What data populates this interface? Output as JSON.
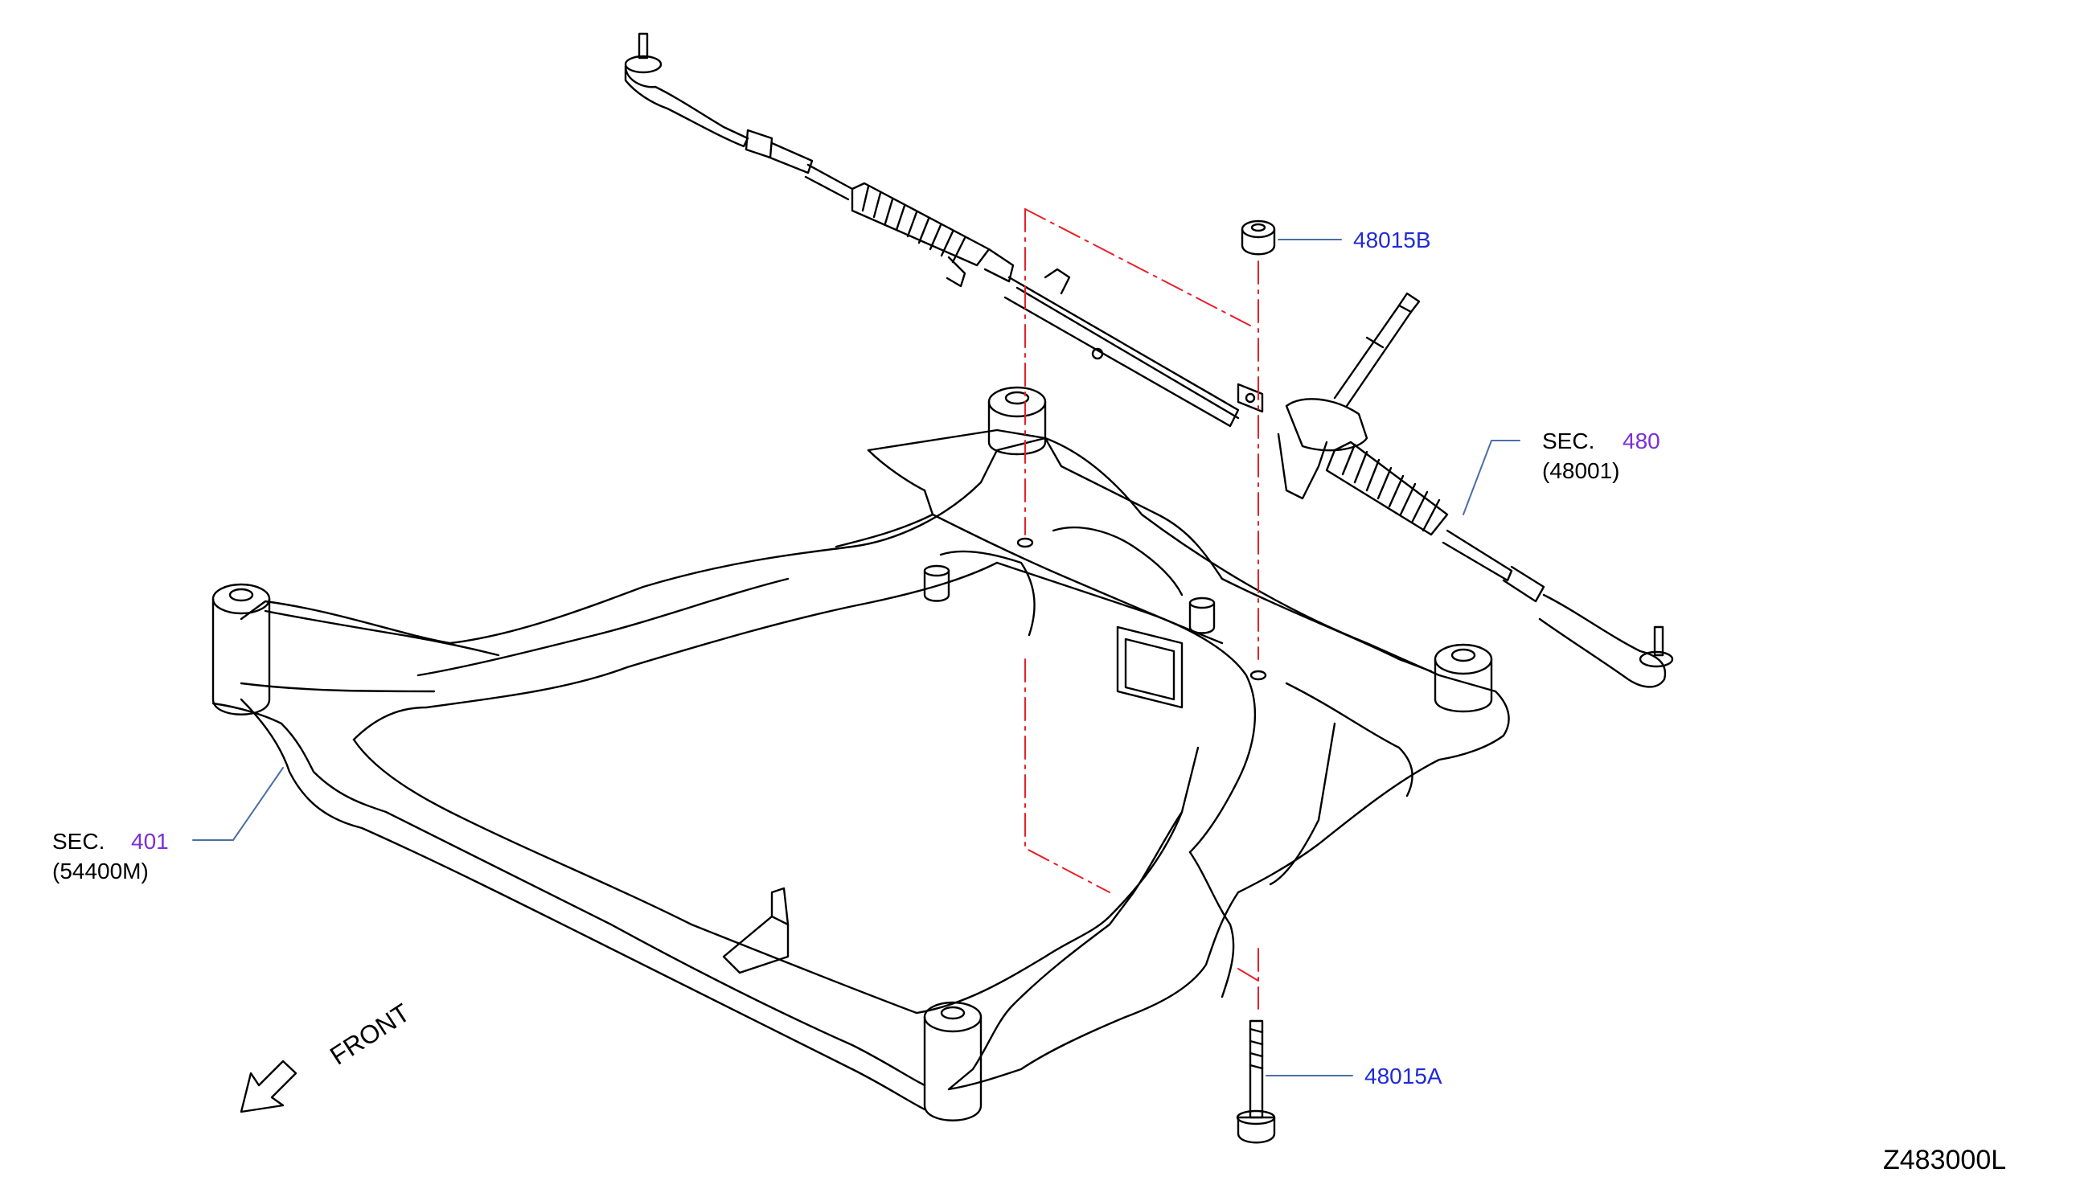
{
  "colors": {
    "line": "#000000",
    "centerline": "#e8202a",
    "leader": "#4a6fa5",
    "part_number": "#1f2bd6",
    "section_number": "#7b2fd6"
  },
  "callouts": {
    "nut": {
      "part_number": "48015B"
    },
    "bolt": {
      "part_number": "48015A"
    },
    "steering_gear": {
      "sec_prefix": "SEC.",
      "sec_number": "480",
      "part_code": "(48001)"
    },
    "crossmember": {
      "sec_prefix": "SEC.",
      "sec_number": "401",
      "part_code": "(54400M)"
    }
  },
  "direction": {
    "label": "FRONT",
    "icon": "front-arrow-icon"
  },
  "diagram_code": "Z483000L"
}
